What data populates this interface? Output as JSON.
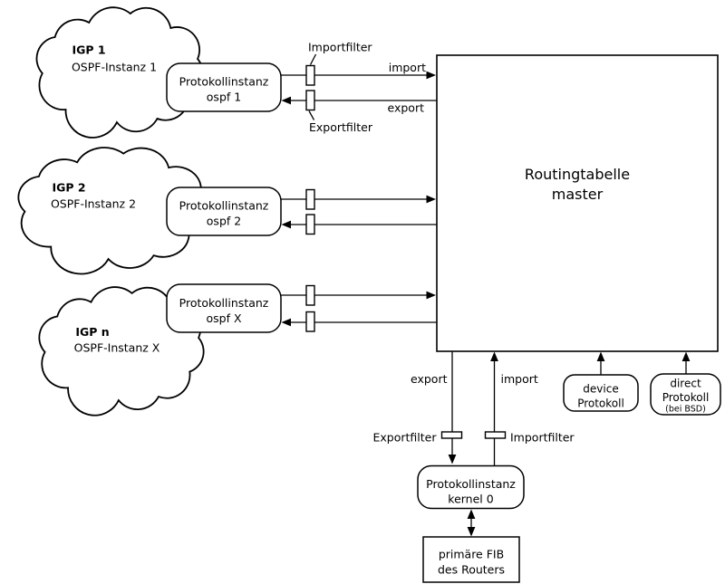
{
  "clouds": [
    {
      "title": "IGP 1",
      "subtitle": "OSPF-Instanz 1"
    },
    {
      "title": "IGP 2",
      "subtitle": "OSPF-Instanz 2"
    },
    {
      "title": "IGP n",
      "subtitle": "OSPF-Instanz X"
    }
  ],
  "protocol_instances": [
    {
      "line1": "Protokollinstanz",
      "line2": "ospf 1"
    },
    {
      "line1": "Protokollinstanz",
      "line2": "ospf 2"
    },
    {
      "line1": "Protokollinstanz",
      "line2": "ospf X"
    }
  ],
  "routing_table": {
    "line1": "Routingtabelle",
    "line2": "master"
  },
  "flow_labels": {
    "import_top": "import",
    "export_top": "export",
    "export_bottom": "export",
    "import_bottom": "import"
  },
  "filter_labels": {
    "import_top": "Importfilter",
    "export_top": "Exportfilter",
    "export_bottom": "Exportfilter",
    "import_bottom": "Importfilter"
  },
  "device_protocol": {
    "line1": "device",
    "line2": "Protokoll"
  },
  "direct_protocol": {
    "line1": "direct",
    "line2": "Protokoll",
    "line3": "(bei BSD)"
  },
  "kernel_instance": {
    "line1": "Protokollinstanz",
    "line2": "kernel 0"
  },
  "fib": {
    "line1": "primäre FIB",
    "line2": "des Routers"
  },
  "colors": {
    "stroke": "#000000",
    "background": "#ffffff"
  }
}
